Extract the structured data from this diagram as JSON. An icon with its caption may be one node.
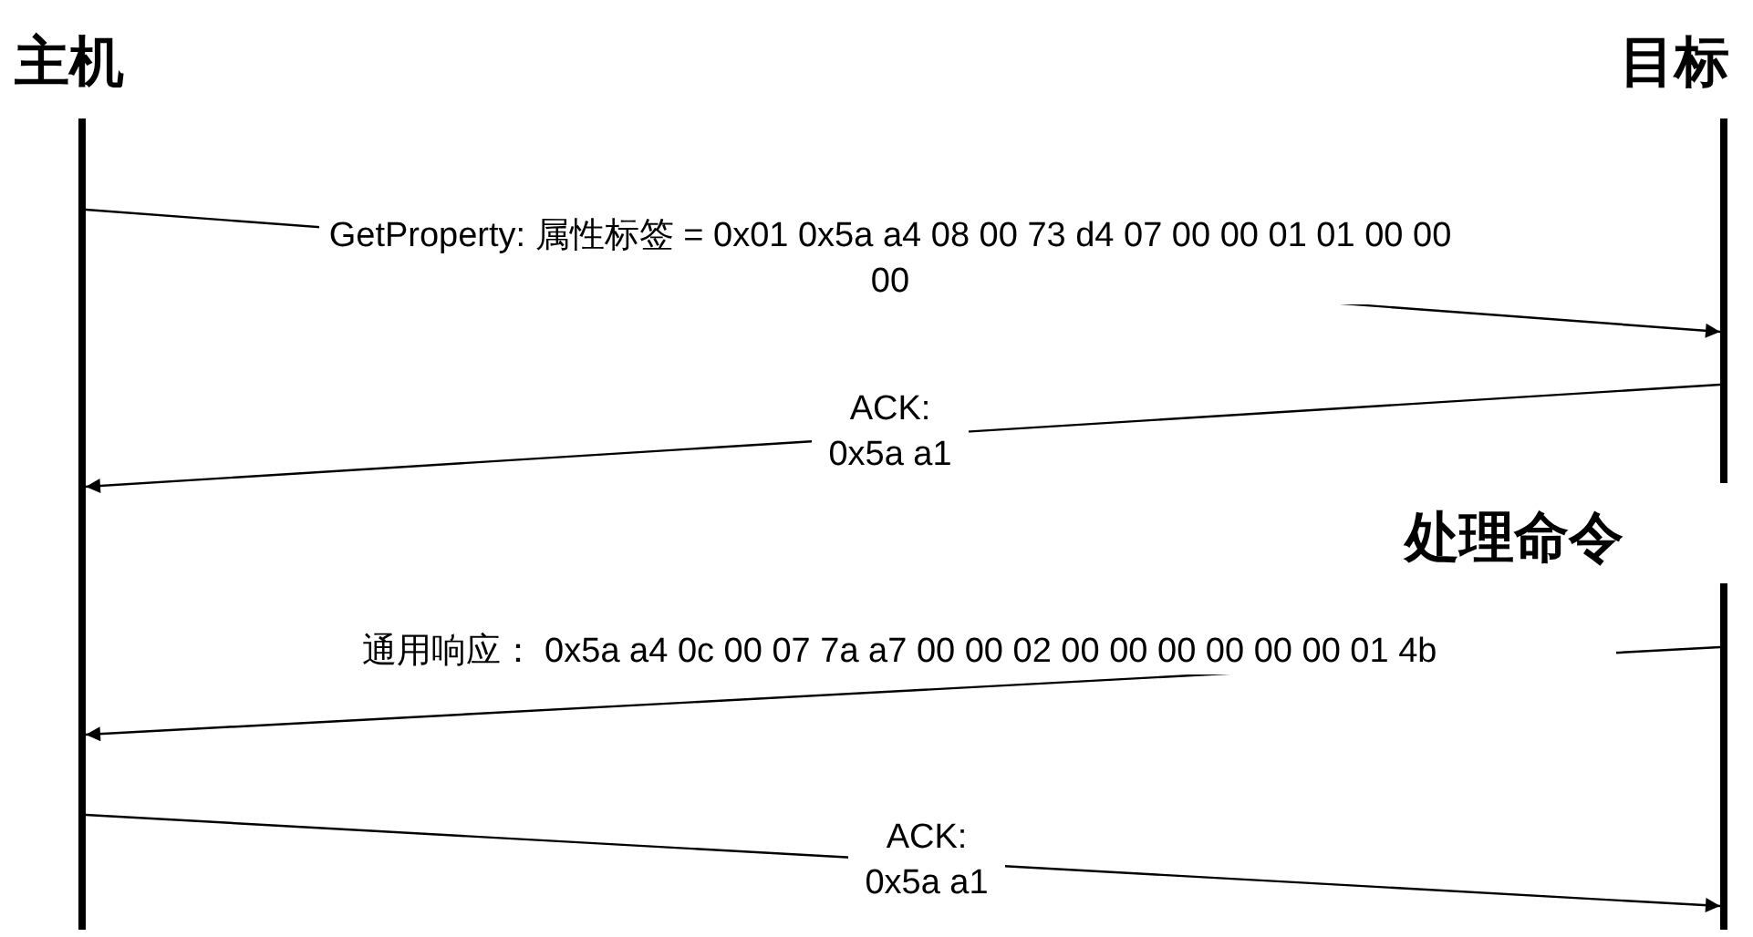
{
  "diagram": {
    "nodes": [
      {
        "text": [
          "主机"
        ]
      },
      {
        "text": [
          "目标"
        ]
      }
    ],
    "edges": [
      {
        "from": 0,
        "to": 1,
        "arrow": "to",
        "label": "GetProperty: 属性标签 = 0x01 0x5a a4 08 00 73 d4 07 00 00 01 01 00 00 00"
      },
      {
        "from": 1,
        "to": 0,
        "arrow": "to",
        "label": "ACK: 0x5a a1"
      },
      {
        "from": 1,
        "to": 0,
        "arrow": "to",
        "label": "通用响应： 0x5a a4 0c 00 07 7a a7 00 00 02 00 00 00 00 00 00 01 4b"
      },
      {
        "from": 0,
        "to": 1,
        "arrow": "to",
        "label": "ACK: 0x5a a1"
      }
    ],
    "labels": [
      "处理命令"
    ]
  }
}
